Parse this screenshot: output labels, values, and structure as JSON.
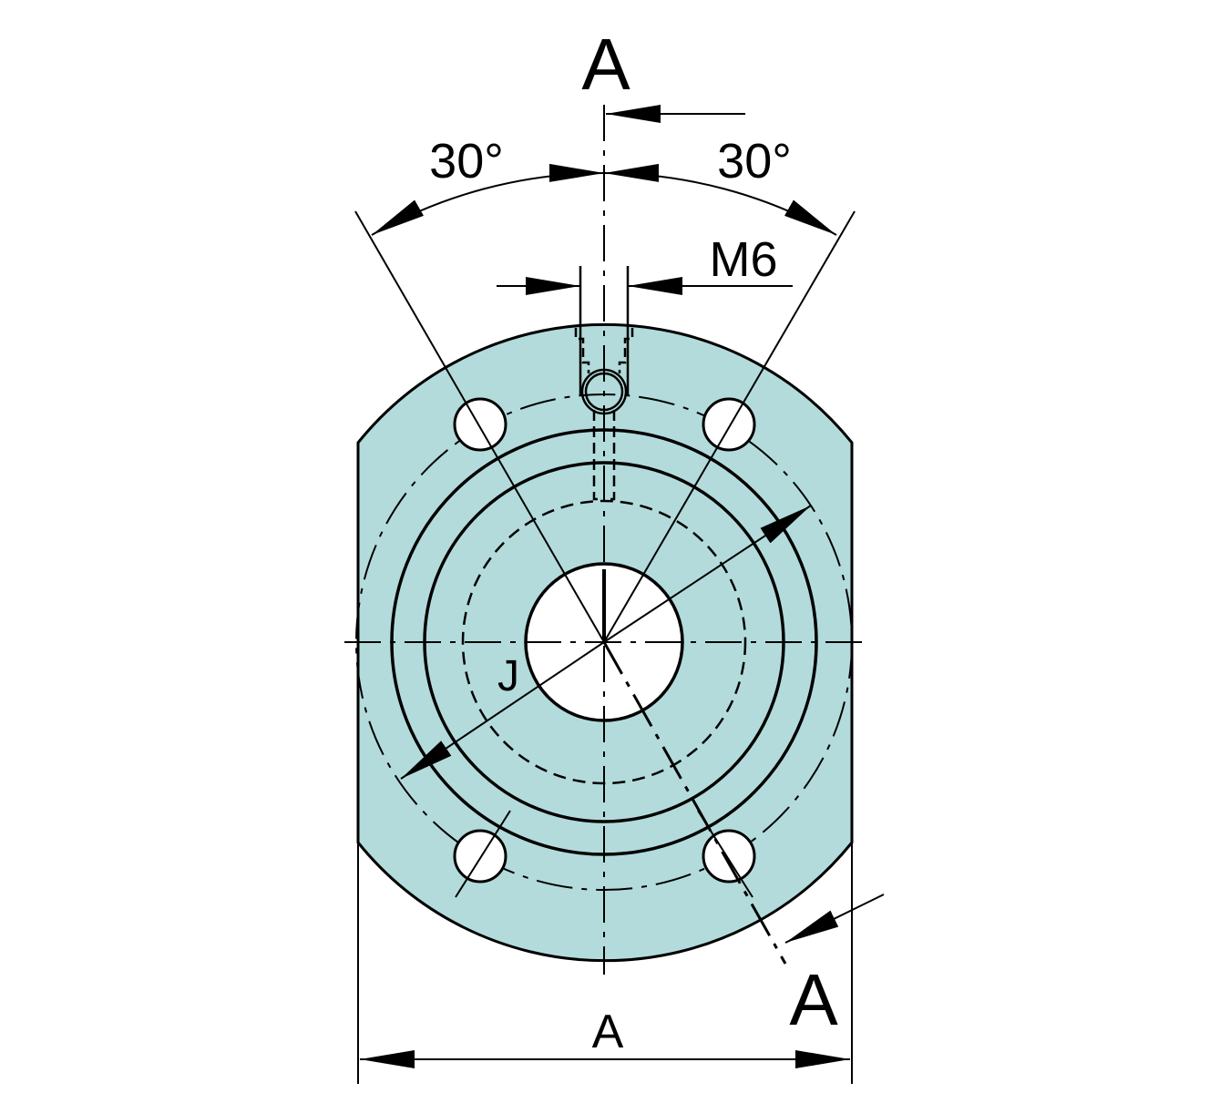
{
  "labels": {
    "section_top": "A",
    "angle_left": "30°",
    "angle_right": "30°",
    "thread": "M6",
    "diameter": "J",
    "width": "A",
    "section_bottom": "A"
  },
  "colors": {
    "body_fill": "#b3dbdb",
    "line": "#000000",
    "bore_fill": "#ffffff"
  }
}
